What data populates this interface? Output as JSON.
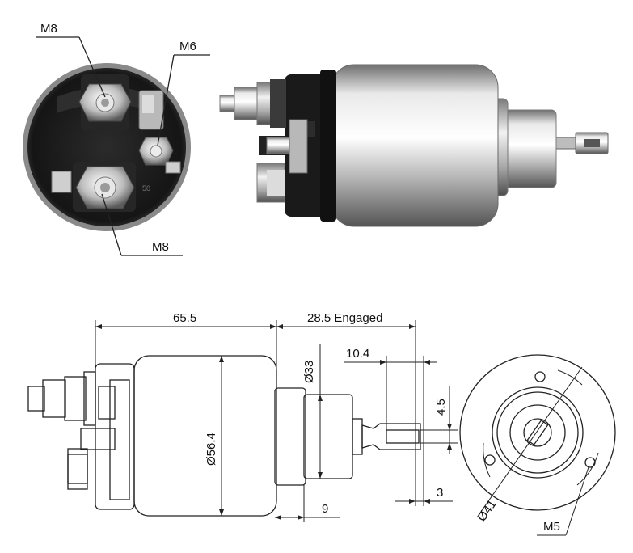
{
  "photo_labels": {
    "front_top_left": "M8",
    "front_top_right": "M6",
    "front_bottom": "M8",
    "terminal_mark": "50"
  },
  "dimensions": {
    "body_length": "65.5",
    "engaged_travel": "28.5 Engaged",
    "rod_end": "10.4",
    "plunger_dia": "Ø33",
    "body_dia": "Ø56.4",
    "slot_width": "4.5",
    "rod_thickness": "3",
    "step_length": "9",
    "flange_dia": "Ø41",
    "thread": "M5"
  },
  "colors": {
    "photo_dark": "#1b1b1b",
    "photo_metal": "#c8c8c8",
    "drawing_line": "#222222"
  }
}
